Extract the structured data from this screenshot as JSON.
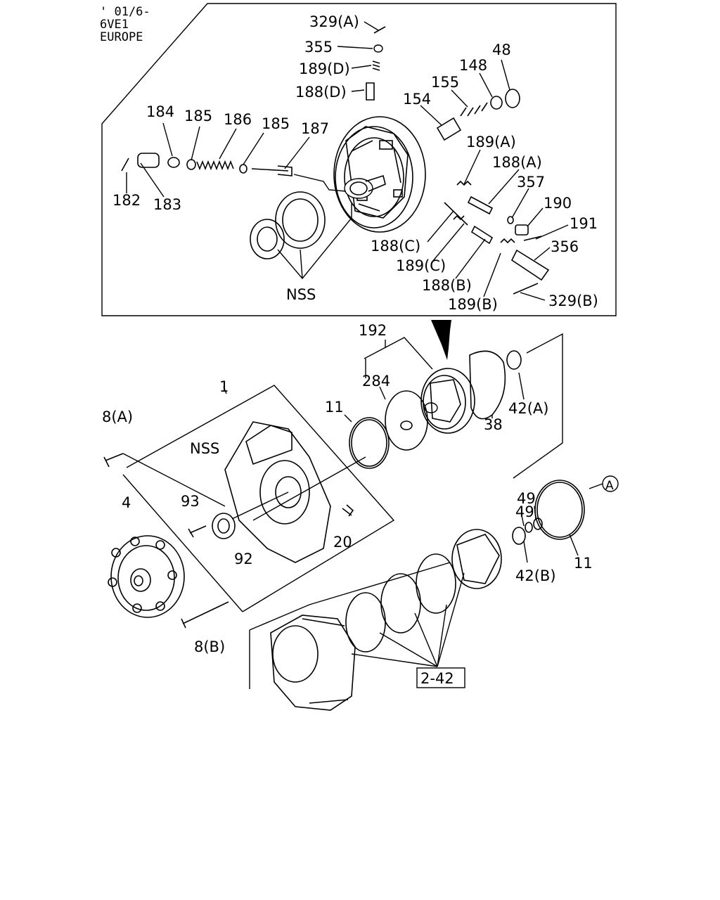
{
  "header": {
    "line1": "' 01/6-",
    "line2": "6VE1",
    "line3": "EUROPE"
  },
  "upper_labels": {
    "l329a": "329(A)",
    "l355": "355",
    "l189d": "189(D)",
    "l188d": "188(D)",
    "l48": "48",
    "l148": "148",
    "l155": "155",
    "l154": "154",
    "l184": "184",
    "l185a": "185",
    "l186": "186",
    "l185b": "185",
    "l187": "187",
    "l189a": "189(A)",
    "l188a": "188(A)",
    "l357": "357",
    "l190": "190",
    "l191": "191",
    "l356": "356",
    "l182": "182",
    "l183": "183",
    "l188c": "188(C)",
    "l189c": "189(C)",
    "l188b": "188(B)",
    "l189b": "189(B)",
    "l329b": "329(B)",
    "lnss1": "NSS"
  },
  "lower_labels": {
    "l192": "192",
    "l284": "284",
    "l11a": "11",
    "l38": "38",
    "l42a": "42(A)",
    "l1": "1",
    "lnss2": "NSS",
    "l8a": "8(A)",
    "l4": "4",
    "l93": "93",
    "l92": "92",
    "l20": "20",
    "lA": "A",
    "l49a": "49",
    "l49b": "49",
    "l42b": "42(B)",
    "l11b": "11",
    "l8b": "8(B)",
    "l242": "2-42"
  }
}
